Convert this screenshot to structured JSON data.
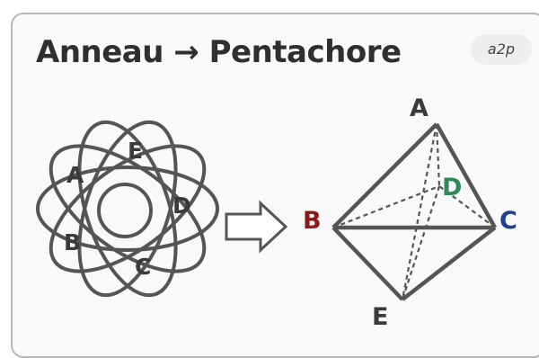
{
  "header": {
    "title": "Anneau → Pentachore",
    "badge": "a2p"
  },
  "ring": {
    "labels": {
      "A": "A",
      "B": "B",
      "C": "C",
      "D": "D",
      "E": "E"
    }
  },
  "pentachore": {
    "labels": {
      "A": "A",
      "B": "B",
      "C": "C",
      "D": "D",
      "E": "E"
    },
    "colors": {
      "A": "#3a3a3a",
      "B": "#8b1a1a",
      "C": "#1f3f8f",
      "D": "#2e8b57",
      "E": "#3a3a3a"
    }
  },
  "colors": {
    "stroke": "#555555",
    "text": "#3a3a3a"
  }
}
